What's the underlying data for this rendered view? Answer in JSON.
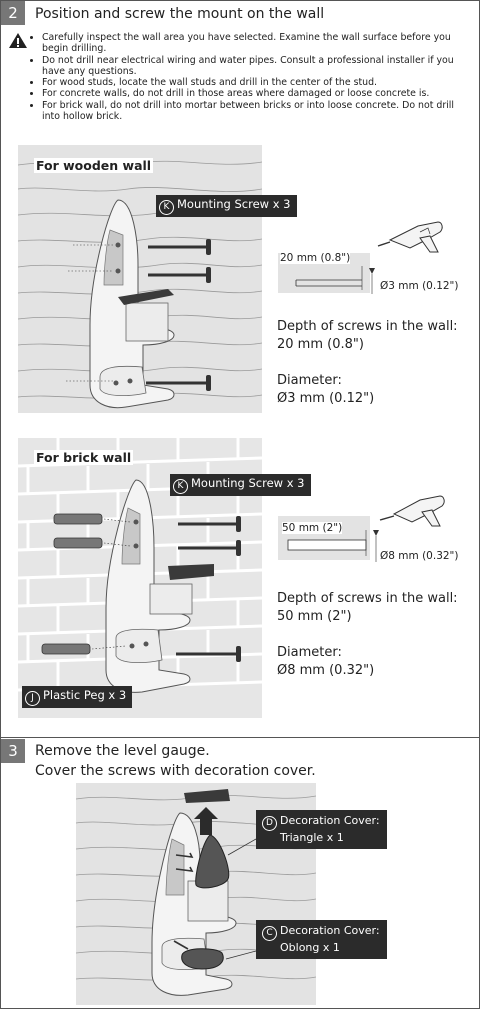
{
  "step2": {
    "number": "2",
    "title": "Position and screw the mount on the wall",
    "notes": [
      "Carefully inspect the wall area you have selected. Examine the wall surface before you begin drilling.",
      "Do not drill near electrical wiring and water pipes. Consult a professional installer if you have any questions.",
      "For wood studs, locate the wall studs and drill in the center of the stud.",
      "For concrete walls, do not drill in those areas where damaged or loose concrete is.",
      "For brick wall, do not drill into mortar between bricks or into loose concrete. Do not drill into hollow brick."
    ],
    "wooden": {
      "subtitle": "For wooden wall",
      "screw_letter": "K",
      "screw_label": "Mounting Screw x 3",
      "depth_dim": "20 mm (0.8\")",
      "dia_dim": "Ø3 mm (0.12\")",
      "depth_title": "Depth of screws in the wall:",
      "depth_value": "20 mm (0.8\")",
      "dia_title": "Diameter:",
      "dia_value": "Ø3 mm (0.12\")"
    },
    "brick": {
      "subtitle": "For brick wall",
      "screw_letter": "K",
      "screw_label": "Mounting Screw x 3",
      "peg_letter": "J",
      "peg_label": "Plastic Peg x 3",
      "depth_dim": "50 mm (2\")",
      "dia_dim": "Ø8 mm (0.32\")",
      "depth_title": "Depth of screws in the wall:",
      "depth_value": "50 mm (2\")",
      "dia_title": "Diameter:",
      "dia_value": "Ø8 mm (0.32\")"
    }
  },
  "step3": {
    "number": "3",
    "title_line1": "Remove the level gauge.",
    "title_line2": "Cover the screws with decoration cover.",
    "cover_d_letter": "D",
    "cover_d_line1": "Decoration Cover:",
    "cover_d_line2": "Triangle x 1",
    "cover_c_letter": "C",
    "cover_c_line1": "Decoration Cover:",
    "cover_c_line2": "Oblong x 1"
  }
}
